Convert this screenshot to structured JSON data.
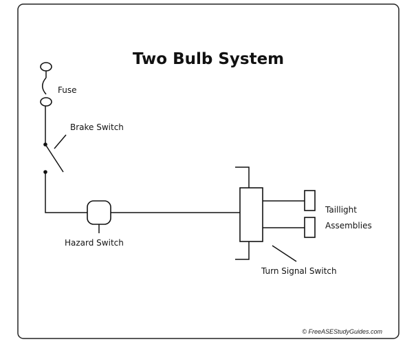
{
  "diagram": {
    "title": "Two Bulb System",
    "labels": {
      "fuse": "Fuse",
      "brake_switch": "Brake Switch",
      "hazard_switch": "Hazard Switch",
      "taillight_line1": "Taillight",
      "taillight_line2": "Assemblies",
      "turn_signal_switch": "Turn Signal Switch"
    },
    "credit": "© FreeASEStudyGuides.com"
  }
}
